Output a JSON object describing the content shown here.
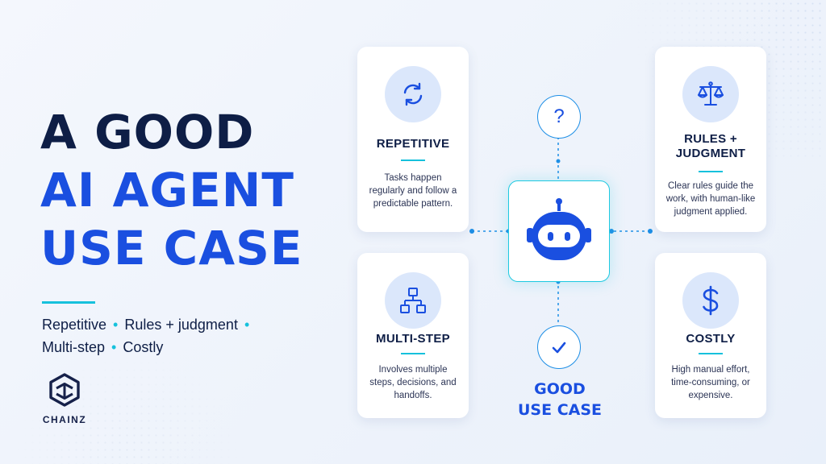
{
  "headline": {
    "line1": "A GOOD",
    "line2": "AI AGENT",
    "line3": "USE CASE"
  },
  "summary": {
    "row1": [
      "Repetitive",
      "Rules + judgment"
    ],
    "row2": [
      "Multi-step",
      "Costly"
    ],
    "separator": "•"
  },
  "brand": {
    "name": "CHAINZ"
  },
  "cards": {
    "repetitive": {
      "title": "REPETITIVE",
      "description": "Tasks happen regularly and follow a predictable pattern.",
      "icon": "refresh-icon"
    },
    "rules": {
      "title_line1": "RULES +",
      "title_line2": "JUDGMENT",
      "description": "Clear rules guide the work, with human-like judgment applied.",
      "icon": "scales-icon"
    },
    "multistep": {
      "title": "MULTI-STEP",
      "description": "Involves multiple steps, decisions, and handoffs.",
      "icon": "flowchart-icon"
    },
    "costly": {
      "title": "COSTLY",
      "description": "High manual effort, time-consuming, or expensive.",
      "icon": "dollar-icon"
    }
  },
  "center": {
    "question_mark": "?",
    "result_line1": "GOOD",
    "result_line2": "USE CASE",
    "hub_icon": "robot-icon",
    "result_icon": "check-icon"
  },
  "colors": {
    "navy": "#0e1e46",
    "blue": "#1a4fe0",
    "cyan": "#16c1dc",
    "icon_bg": "#dbe7fb",
    "background": "#f2f6fc"
  }
}
